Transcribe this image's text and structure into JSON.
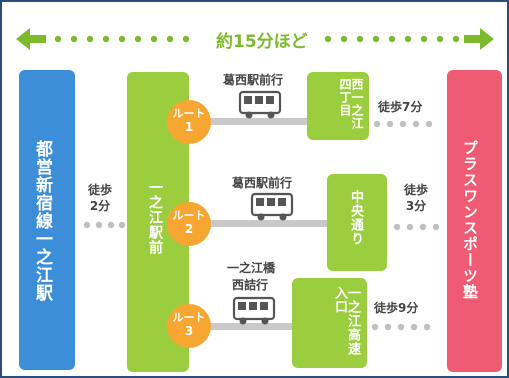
{
  "header": {
    "title": "約15分ほど"
  },
  "left_station": {
    "label": "都営新宿線一之江駅"
  },
  "walk_left": {
    "line1": "徒歩",
    "line2": "2分"
  },
  "center_station": {
    "label": "一之江駅前"
  },
  "routes": [
    {
      "badge_label": "ルート",
      "badge_num": "1",
      "bus_line1": "葛西駅前行",
      "bus_line2": "",
      "stop": "西一之江四丁目",
      "walk": "徒歩7分"
    },
    {
      "badge_label": "ルート",
      "badge_num": "2",
      "bus_line1": "葛西駅前行",
      "bus_line2": "",
      "stop": "中央通り",
      "walk_line1": "徒歩",
      "walk_line2": "3分"
    },
    {
      "badge_label": "ルート",
      "badge_num": "3",
      "bus_line1": "一之江橋",
      "bus_line2": "西詰行",
      "stop": "一之江高速入口",
      "walk": "徒歩9分"
    }
  ],
  "destination": {
    "label": "プラスワンスポーツ塾"
  },
  "icons": {
    "bus": "bus-icon",
    "arrow": "double-arrow-icon",
    "walk_dots": "dotted-path-icon"
  },
  "colors": {
    "green": "#7dbb2d",
    "blue": "#3d8ed8",
    "red": "#ef5b73",
    "orange": "#f7a631",
    "lime": "#9bce3e",
    "frame": "#2b4d7e"
  }
}
